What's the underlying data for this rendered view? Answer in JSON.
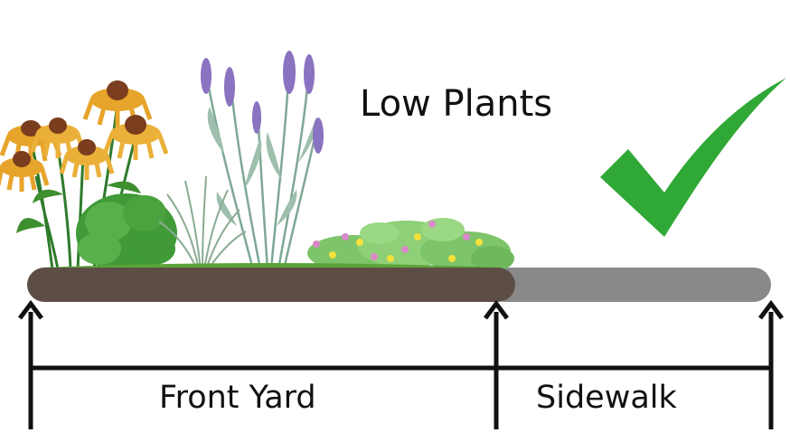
{
  "diagram": {
    "title": "Low Plants",
    "zones": [
      {
        "label": "Front Yard"
      },
      {
        "label": "Sidewalk"
      }
    ],
    "check_icon": "check-mark-icon",
    "colors": {
      "soil": "#5d4e45",
      "sidewalk": "#898989",
      "grass": "#5ca33a",
      "check": "#2fa836",
      "arrow": "#111111",
      "lavender": "#8a73c0",
      "coneflower": "#e7a42a",
      "coneflower_center": "#7a3d1e"
    }
  }
}
